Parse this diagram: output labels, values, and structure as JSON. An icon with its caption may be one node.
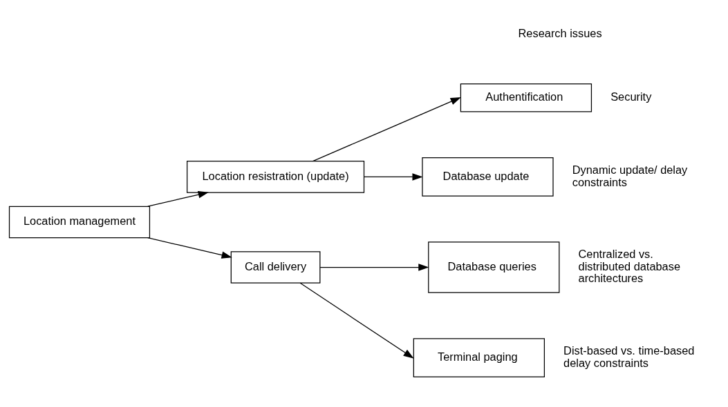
{
  "diagram": {
    "nodes": [
      {
        "text": [
          "Location management"
        ]
      },
      {
        "text": [
          "Location resistration (update)"
        ]
      },
      {
        "text": [
          "Call delivery"
        ]
      },
      {
        "text": [
          "Authentification"
        ],
        "beside": [
          "Security"
        ]
      },
      {
        "text": [
          "Database update"
        ],
        "beside": [
          "Dynamic update/ delay constraints"
        ]
      },
      {
        "text": [
          "Database queries"
        ],
        "beside": [
          "Centralized vs. distributed database architectures"
        ]
      },
      {
        "text": [
          "Terminal paging"
        ],
        "beside": [
          "Dist-based vs. time-based delay constraints"
        ]
      }
    ],
    "edges": [
      {
        "from": 0,
        "to": 1,
        "arrow": "to"
      },
      {
        "from": 0,
        "to": 2,
        "arrow": "to"
      },
      {
        "from": 1,
        "to": 3,
        "arrow": "to"
      },
      {
        "from": 1,
        "to": 4,
        "arrow": "to"
      },
      {
        "from": 2,
        "to": 5,
        "arrow": "to"
      },
      {
        "from": 2,
        "to": 6,
        "arrow": "to"
      }
    ],
    "labels": [
      "Research issues"
    ]
  }
}
